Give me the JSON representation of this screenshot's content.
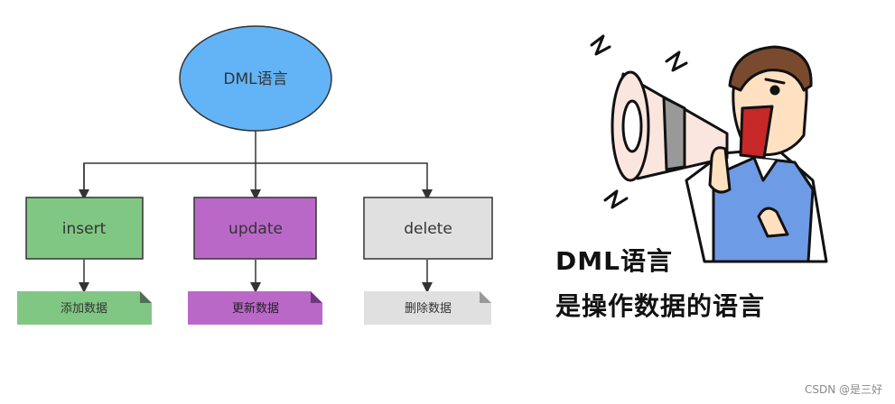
{
  "diagram": {
    "root": {
      "label": "DML语言",
      "color": "#62B4F7"
    },
    "nodes": [
      {
        "key": "insert",
        "label": "insert",
        "note": "添加数据",
        "color": "#81C784",
        "note_color": "#81C784"
      },
      {
        "key": "update",
        "label": "update",
        "note": "更新数据",
        "color": "#BA68C8",
        "note_color": "#BA68C8"
      },
      {
        "key": "delete",
        "label": "delete",
        "note": "删除数据",
        "color": "#E0E0E0",
        "note_color": "#E0E0E0"
      }
    ]
  },
  "caption": {
    "line1": "DML语言",
    "line2": "是操作数据的语言"
  },
  "watermark": "CSDN @是三好",
  "illustration": {
    "icon": "megaphone-man-icon"
  }
}
